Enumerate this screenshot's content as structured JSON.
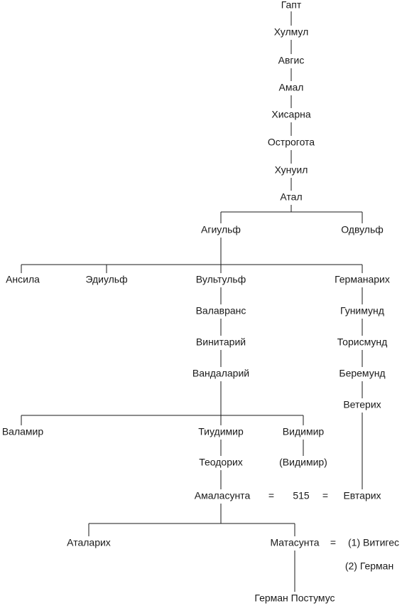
{
  "nodes": {
    "gapt": "Гапт",
    "hulmul": "Хулмул",
    "avgis": "Авгис",
    "amal": "Амал",
    "hisarna": "Хисарна",
    "ostrogota": "Острогота",
    "hunuil": "Хунуил",
    "atal": "Атал",
    "agiulf": "Агиульф",
    "odvulf": "Одвульф",
    "ansila": "Ансила",
    "ediulf": "Эдиульф",
    "vultulf": "Вультульф",
    "germanarih": "Германарих",
    "valavrans": "Валавранс",
    "gunimund": "Гунимунд",
    "vinitariy": "Винитарий",
    "torismund": "Торисмунд",
    "vandalariy": "Вандаларий",
    "beremund": "Беремунд",
    "veterih": "Ветерих",
    "valamir": "Валамир",
    "tiudimir": "Тиудимир",
    "vidimir": "Видимир",
    "teodorih": "Теодорих",
    "vidimir_jr": "(Видимир)",
    "amalasunta": "Амаласунта",
    "evtarih": "Евтарих",
    "atalarih": "Аталарих",
    "matasunta": "Матасунта",
    "vitiges": "(1) Витигес",
    "german": "(2) Герман",
    "german_postumus": "Герман Постумус"
  },
  "marriage_1": {
    "eq_left": "=",
    "year": "515",
    "eq_right": "="
  },
  "marriage_2": {
    "eq": "="
  }
}
